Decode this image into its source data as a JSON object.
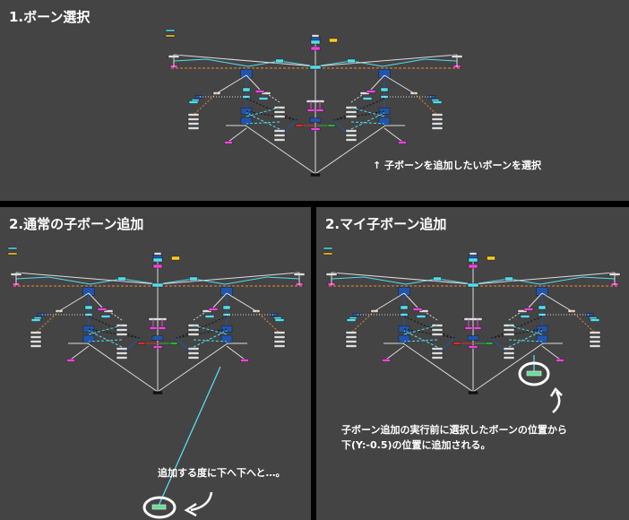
{
  "panels": {
    "select": {
      "title": "1.ボーン選択",
      "note": "↑ 子ボーンを追加したいボーンを選択"
    },
    "normal": {
      "title": "2.通常の子ボーン追加",
      "note": "追加する度に下へ下へと…。"
    },
    "my": {
      "title": "2.マイ子ボーン追加",
      "note_line1": "子ボーン追加の実行前に選択したボーンの位置から",
      "note_line2": "下(Y:-0.5)の位置に追加される。"
    }
  },
  "colors": {
    "background": "#444444",
    "separator": "#000000",
    "bone_white": "#dddddd",
    "bone_cyan": "#55ddee",
    "bone_blue": "#2255aa",
    "bone_magenta": "#ee44dd",
    "bone_orange": "#ee8833",
    "bone_yellow": "#ffcc22",
    "bone_red": "#cc3333",
    "bone_green": "#33aa44",
    "new_bone": "#66dd99",
    "callout": "#ffffff"
  },
  "icons": {
    "selection_arrow": "up-arrow-icon",
    "curved_pointer": "curved-arrow-icon",
    "highlight_ring": "ellipse-highlight-icon"
  }
}
